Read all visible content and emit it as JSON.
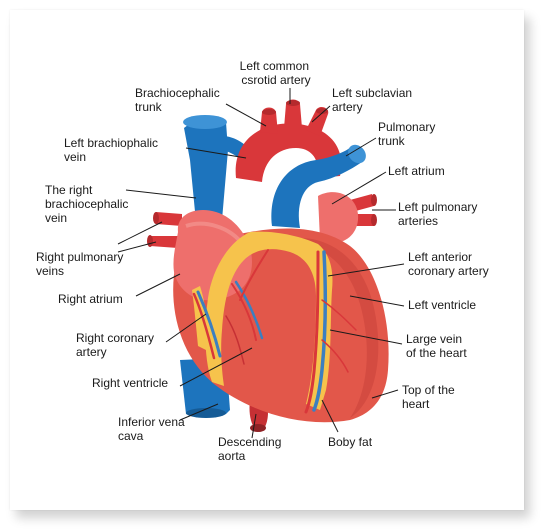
{
  "labels": {
    "left_common_carotid": [
      "Left common",
      "csrotid artery"
    ],
    "brachiocephalic_trunk": [
      "Brachiocephalic",
      "trunk"
    ],
    "left_subclavian": [
      "Left subclavian",
      "artery"
    ],
    "left_brachiophalic_vein": [
      "Left brachiophalic",
      "vein"
    ],
    "pulmonary_trunk": [
      "Pulmonary",
      "trunk"
    ],
    "left_atrium": [
      "Left atrium"
    ],
    "right_brachiocephalic_vein": [
      "The right",
      "brachiocephalic",
      "vein"
    ],
    "left_pulmonary_arteries": [
      "Left pulmonary",
      "arteries"
    ],
    "right_pulmonary_veins": [
      "Right pulmonary",
      "veins"
    ],
    "left_anterior_coronary": [
      "Left anterior",
      "coronary artery"
    ],
    "right_atrium": [
      "Right atrium"
    ],
    "left_ventricle": [
      "Left ventricle"
    ],
    "right_coronary_artery": [
      "Right coronary",
      "artery"
    ],
    "large_vein": [
      "Large vein",
      "of the heart"
    ],
    "right_ventricle": [
      "Right ventricle"
    ],
    "top_of_heart": [
      "Top of the",
      "heart"
    ],
    "inferior_vena_cava": [
      "Inferior vena",
      "cava"
    ],
    "descending_aorta": [
      "Descending",
      "aorta"
    ],
    "body_fat": [
      "Boby fat"
    ]
  },
  "colors": {
    "vein_blue": "#1d74bd",
    "artery_red": "#d9373a",
    "muscle": "#e2574a",
    "atrium_pink": "#ee6f6c",
    "fat_yellow": "#f6c34c",
    "vessel_blue": "#3c7fc0"
  }
}
